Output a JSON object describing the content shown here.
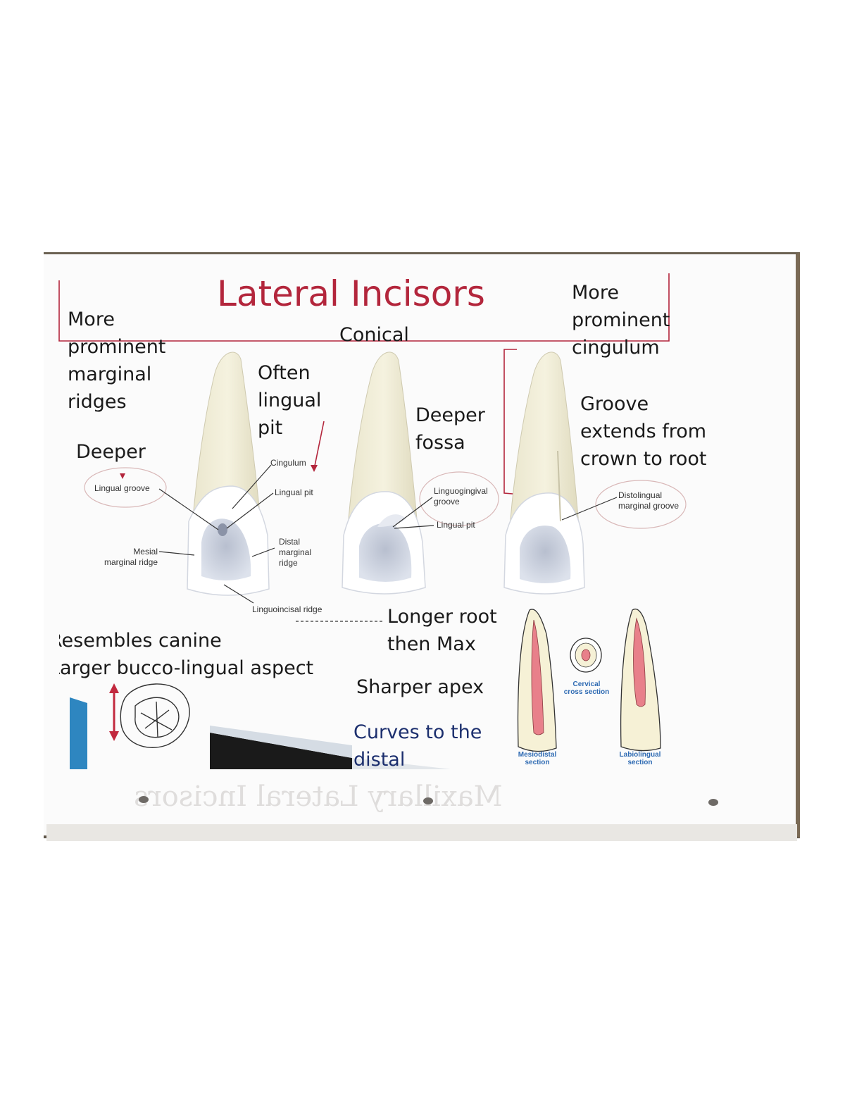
{
  "slide": {
    "title": "Lateral Incisors",
    "bleed_through": "Maxillary Lateral Incisors"
  },
  "annotations": {
    "marginal_ridges": [
      "More",
      "prominent",
      "marginal",
      "ridges"
    ],
    "deeper_groove": "Deeper",
    "lingual_pit": [
      "Often",
      "lingual",
      "pit"
    ],
    "conical": "Conical",
    "deeper_fossa": [
      "Deeper",
      "fossa"
    ],
    "cingulum": [
      "More",
      "prominent",
      "cingulum"
    ],
    "groove_extends": [
      "Groove",
      "extends from",
      "crown to root"
    ],
    "resembles": [
      "Resembles canine",
      "Larger bucco-lingual aspect"
    ],
    "longer_root": [
      "Longer root",
      "then Max"
    ],
    "sharper_apex": "Sharper apex",
    "curves": [
      "Curves to the",
      "distal"
    ]
  },
  "labels": {
    "lingual_groove": "Lingual groove",
    "cingulum": "Cingulum",
    "lingual_pit": "Lingual pit",
    "mesial_marginal_ridge": [
      "Mesial",
      "marginal ridge"
    ],
    "distal_marginal_ridge": [
      "Distal",
      "marginal",
      "ridge"
    ],
    "linguoincisal_ridge": "Linguoincisal ridge",
    "linguogingival_groove": [
      "Linguogingival",
      "groove"
    ],
    "lingual_pit_2": "Lingual pit",
    "distolingual_groove": [
      "Distolingual",
      "marginal groove"
    ],
    "cervical_cross_section": [
      "Cervical",
      "cross section"
    ],
    "mesiodistal_section": [
      "Mesiodistal",
      "section"
    ],
    "labiolingual_section": [
      "Labiolingual",
      "section"
    ]
  },
  "colors": {
    "title": "#b3263c",
    "annotation_blue": "#1c2f6e",
    "label_blue": "#2f6bb3",
    "pulp": "#e8808a"
  }
}
